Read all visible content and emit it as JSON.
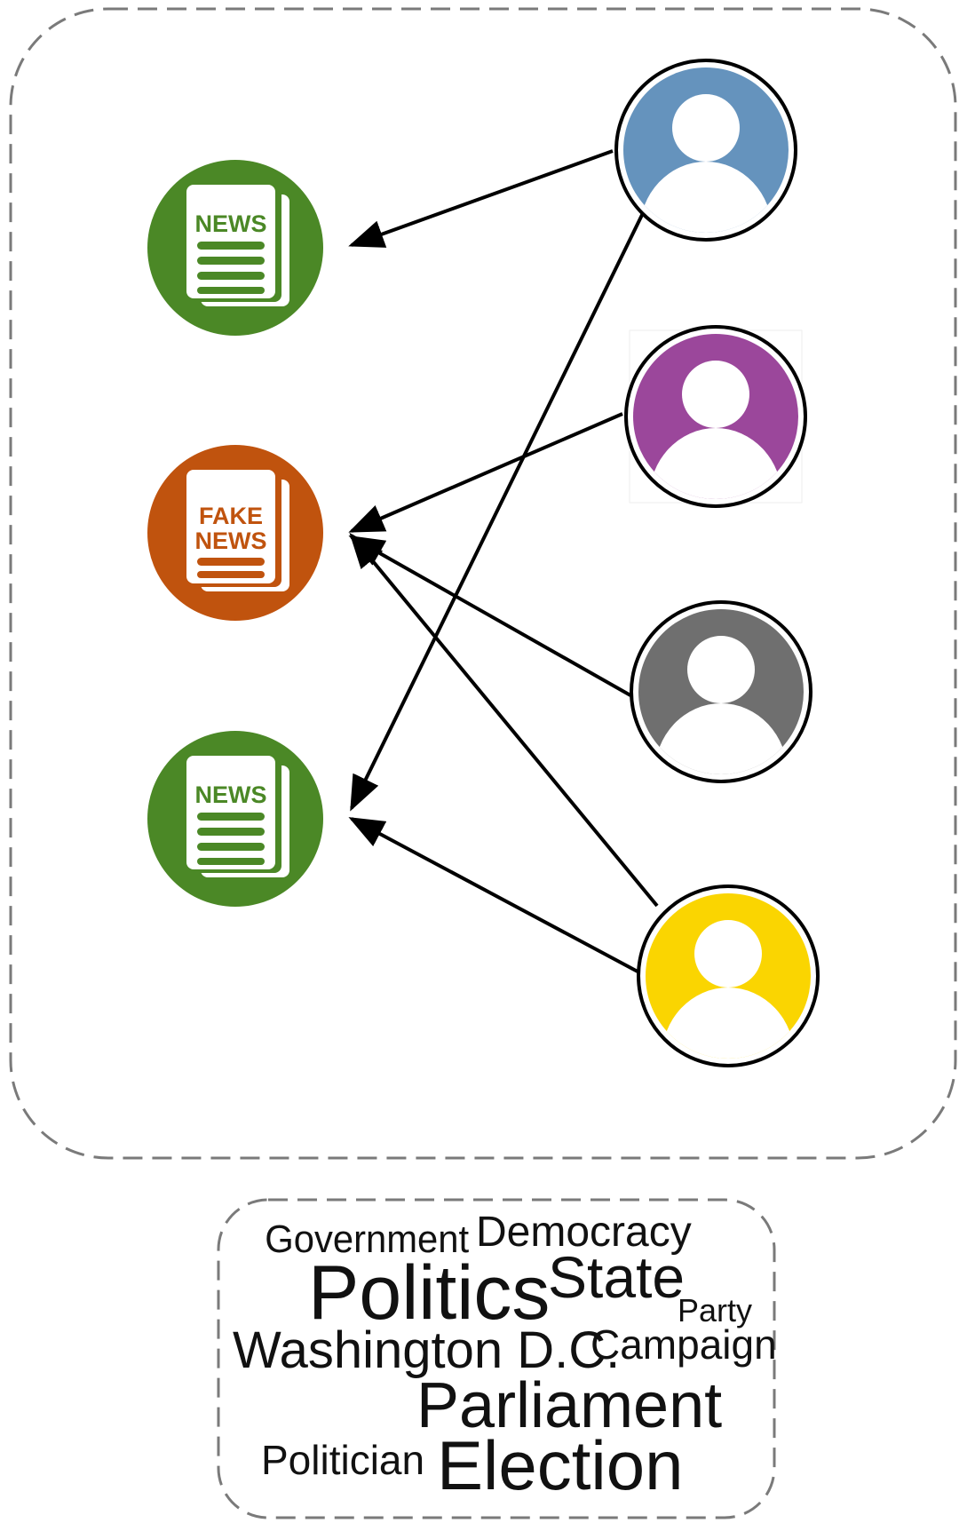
{
  "colors": {
    "news_green": "#4b8826",
    "fake_orange": "#c0530e",
    "user_blue": "#6593bd",
    "user_purple": "#9b479b",
    "user_gray": "#6f6f6f",
    "user_yellow": "#fad501",
    "dashed_border": "#7a7a7a",
    "arrow": "#000000"
  },
  "news_nodes": [
    {
      "id": "news-1",
      "kind": "real",
      "label": "NEWS",
      "icon": "newspaper-icon"
    },
    {
      "id": "fake-news",
      "kind": "fake",
      "label_line1": "FAKE",
      "label_line2": "NEWS",
      "icon": "newspaper-icon"
    },
    {
      "id": "news-2",
      "kind": "real",
      "label": "NEWS",
      "icon": "newspaper-icon"
    }
  ],
  "user_nodes": [
    {
      "id": "user-blue",
      "color": "blue",
      "icon": "user-avatar-icon"
    },
    {
      "id": "user-purple",
      "color": "purple",
      "icon": "user-avatar-icon"
    },
    {
      "id": "user-gray",
      "color": "gray",
      "icon": "user-avatar-icon"
    },
    {
      "id": "user-yellow",
      "color": "yellow",
      "icon": "user-avatar-icon"
    }
  ],
  "edges": [
    {
      "from": "user-blue",
      "to": "news-1"
    },
    {
      "from": "user-blue",
      "to": "news-2"
    },
    {
      "from": "user-purple",
      "to": "fake-news"
    },
    {
      "from": "user-gray",
      "to": "fake-news"
    },
    {
      "from": "user-yellow",
      "to": "fake-news"
    },
    {
      "from": "user-yellow",
      "to": "news-2"
    }
  ],
  "word_cloud": {
    "words": [
      {
        "text": "Government"
      },
      {
        "text": "Democracy"
      },
      {
        "text": "Politics"
      },
      {
        "text": "State"
      },
      {
        "text": "Party"
      },
      {
        "text": "Washington D.C."
      },
      {
        "text": "Campaign"
      },
      {
        "text": "Parliament"
      },
      {
        "text": "Politician"
      },
      {
        "text": "Election"
      }
    ]
  }
}
